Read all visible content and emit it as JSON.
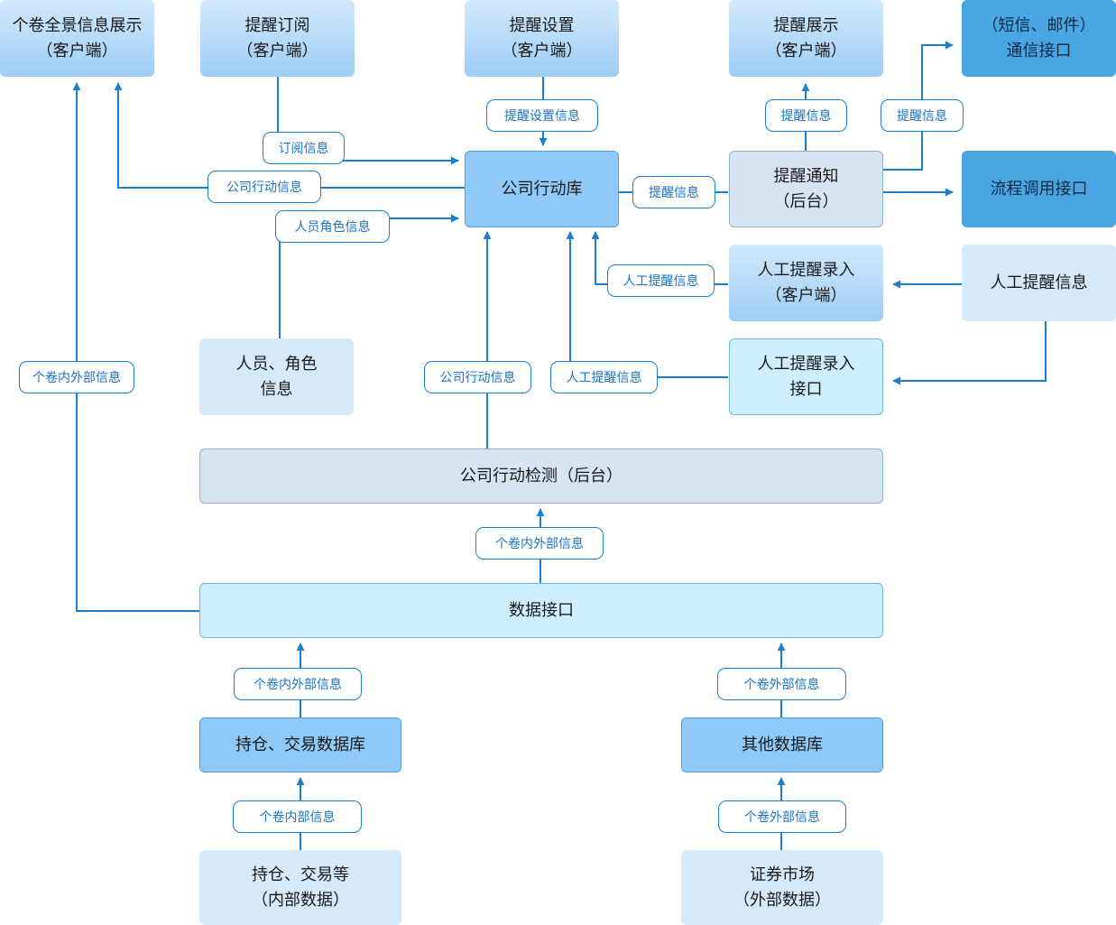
{
  "nodes": {
    "n_panorama": [
      "个卷全景信息展示",
      "（客户端）"
    ],
    "n_subscribe": [
      "提醒订阅",
      "（客户端）"
    ],
    "n_settings": [
      "提醒设置",
      "（客户端）"
    ],
    "n_display": [
      "提醒展示",
      "（客户端）"
    ],
    "n_comm": [
      "（短信、邮件）",
      "通信接口"
    ],
    "n_actionlib": [
      "公司行动库"
    ],
    "n_notify": [
      "提醒通知",
      "（后台）"
    ],
    "n_process": [
      "流程调用接口"
    ],
    "n_manual_client": [
      "人工提醒录入",
      "（客户端）"
    ],
    "n_manual_info": [
      "人工提醒信息"
    ],
    "n_roles": [
      "人员、角色",
      "信息"
    ],
    "n_manual_api": [
      "人工提醒录入",
      "接口"
    ],
    "n_detect": [
      "公司行动检测（后台）"
    ],
    "n_dataapi": [
      "数据接口"
    ],
    "n_holdingsdb": [
      "持仓、交易数据库"
    ],
    "n_otherdb": [
      "其他数据库"
    ],
    "n_holdings_src": [
      "持仓、交易等",
      "（内部数据）"
    ],
    "n_market": [
      "证券市场",
      "（外部数据）"
    ]
  },
  "tags": {
    "t_setinfo": "提醒设置信息",
    "t_disp": "提醒信息",
    "t_comm": "提醒信息",
    "t_sub": "订阅信息",
    "t_action": "公司行动信息",
    "t_notify": "提醒信息",
    "t_role": "人员角色信息",
    "t_manual": "人工提醒信息",
    "t_panorama": "个卷内外部信息",
    "t_detect": "公司行动信息",
    "t_manual_api": "人工提醒信息",
    "t_data": "个卷内外部信息",
    "t_holdings": "个卷内外部信息",
    "t_other": "个卷外部信息",
    "t_hsrc": "个卷内部信息",
    "t_msrc": "个卷外部信息"
  }
}
